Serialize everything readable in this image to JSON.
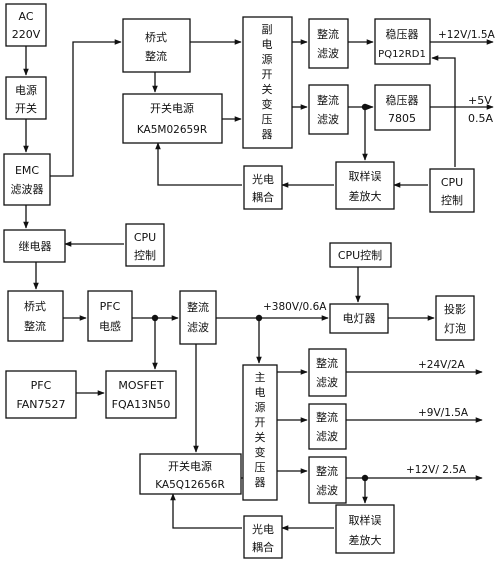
{
  "blocks": {
    "ac_input": [
      "AC",
      "220V"
    ],
    "power_switch": [
      "电源",
      "开关"
    ],
    "emc_filter": [
      "EMC",
      "滤波器"
    ],
    "aux_bridge_rectifier": [
      "桥式",
      "整流"
    ],
    "aux_switch_ic": [
      "开关电源",
      "KA5M02659R"
    ],
    "aux_transformer": [
      "副",
      "电",
      "源",
      "开",
      "关",
      "变",
      "压",
      "器"
    ],
    "aux_rect_filter_1": [
      "整流",
      "滤波"
    ],
    "aux_rect_filter_2": [
      "整流",
      "滤波"
    ],
    "regulator_1": [
      "稳压器",
      "PQ12RD1"
    ],
    "regulator_2": [
      "稳压器",
      "7805"
    ],
    "aux_optocoupler": [
      "光电",
      "耦合"
    ],
    "aux_error_amp": [
      "取样误",
      "差放大"
    ],
    "cpu_control_1": [
      "CPU",
      "控制"
    ],
    "relay": [
      "继电器"
    ],
    "cpu_control_2": [
      "CPU",
      "控制"
    ],
    "main_bridge_rectifier": [
      "桥式",
      "整流"
    ],
    "pfc_inductor": [
      "PFC",
      "电感"
    ],
    "main_rect_filter": [
      "整流",
      "滤波"
    ],
    "cpu_control_3": [
      "CPU控制"
    ],
    "ballast": [
      "电灯器"
    ],
    "projection_lamp": [
      "投影",
      "灯泡"
    ],
    "pfc_ic": [
      "PFC",
      "FAN7527"
    ],
    "mosfet": [
      "MOSFET",
      "FQA13N50"
    ],
    "main_transformer": [
      "主",
      "电",
      "源",
      "开",
      "关",
      "变",
      "压",
      "器"
    ],
    "main_rect_filter_1": [
      "整流",
      "滤波"
    ],
    "main_rect_filter_2": [
      "整流",
      "滤波"
    ],
    "main_rect_filter_3": [
      "整流",
      "滤波"
    ],
    "main_switch_ic": [
      "开关电源",
      "KA5Q12656R"
    ],
    "main_optocoupler": [
      "光电",
      "耦合"
    ],
    "main_error_amp": [
      "取样误",
      "差放大"
    ]
  },
  "outputs": {
    "out_12v_aux": "+12V/1.5A",
    "out_5v": "+5V",
    "out_5v_current": "0.5A",
    "out_380v": "+380V/0.6A",
    "out_24v": "+24V/2A",
    "out_9v": "+9V/1.5A",
    "out_12v_main": "+12V/ 2.5A"
  }
}
